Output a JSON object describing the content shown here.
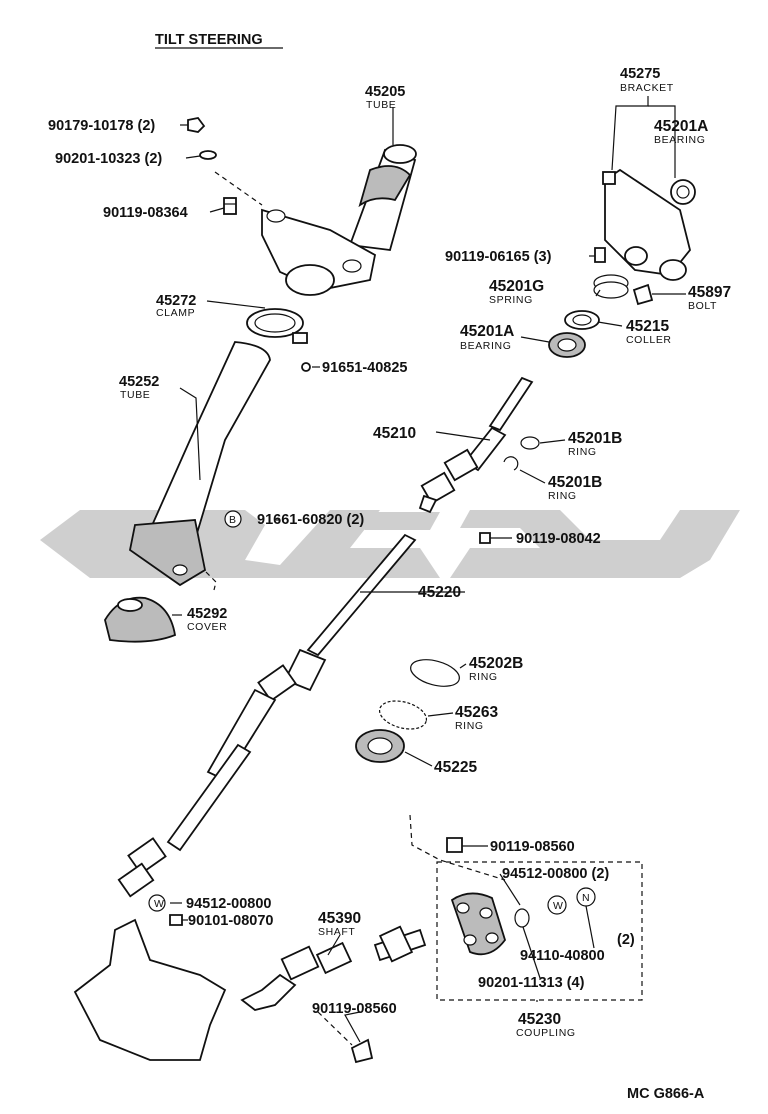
{
  "title": "TILT STEERING",
  "figure_code": "MC G866-A",
  "watermark_color": "#cfcfcf",
  "callouts": {
    "p45205": {
      "number": "45205",
      "name": "TUBE"
    },
    "p90179": {
      "number": "90179-10178 (2)"
    },
    "p90201a": {
      "number": "90201-10323 (2)"
    },
    "p90119a": {
      "number": "90119-08364"
    },
    "p45272": {
      "number": "45272",
      "name": "CLAMP"
    },
    "p91651": {
      "number": "91651-40825"
    },
    "p45252": {
      "number": "45252",
      "name": "TUBE"
    },
    "p91661": {
      "number": "91661-60820 (2)",
      "badge": "B"
    },
    "p45292": {
      "number": "45292",
      "name": "COVER"
    },
    "p45275": {
      "number": "45275",
      "name": "BRACKET"
    },
    "p45201A_top": {
      "number": "45201A",
      "name": "BEARING"
    },
    "p90119b": {
      "number": "90119-06165 (3)"
    },
    "p45201G": {
      "number": "45201G",
      "name": "SPRING"
    },
    "p45897": {
      "number": "45897",
      "name": "BOLT"
    },
    "p45201A_mid": {
      "number": "45201A",
      "name": "BEARING"
    },
    "p45215": {
      "number": "45215",
      "name": "COLLER"
    },
    "p45210": {
      "number": "45210"
    },
    "p45201B_1": {
      "number": "45201B",
      "name": "RING"
    },
    "p45201B_2": {
      "number": "45201B",
      "name": "RING"
    },
    "p90119c": {
      "number": "90119-08042"
    },
    "p45220": {
      "number": "45220"
    },
    "p45202B": {
      "number": "45202B",
      "name": "RING"
    },
    "p45263": {
      "number": "45263",
      "name": "RING"
    },
    "p45225": {
      "number": "45225"
    },
    "p90119d": {
      "number": "90119-08560"
    },
    "p94512a": {
      "number": "94512-00800 (2)"
    },
    "p94110": {
      "number": "94110-40800",
      "qty": "(2)"
    },
    "p90201b": {
      "number": "90201-11313 (4)"
    },
    "p45230": {
      "number": "45230",
      "name": "COUPLING"
    },
    "p94512b": {
      "number": "94512-00800",
      "badge": "W"
    },
    "p90101": {
      "number": "90101-08070"
    },
    "p45390": {
      "number": "45390",
      "name": "SHAFT"
    },
    "p90119e": {
      "number": "90119-08560"
    }
  },
  "badges": {
    "washer": "W",
    "nut": "N"
  }
}
